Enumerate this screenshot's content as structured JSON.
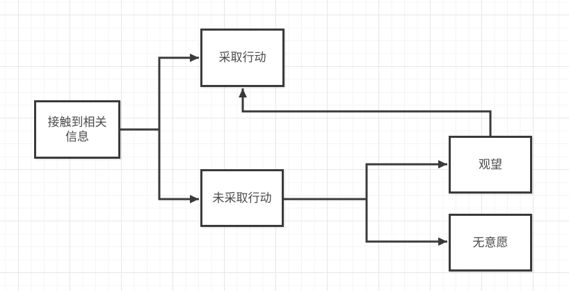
{
  "canvas": {
    "background_color": "#ffffff",
    "grid_minor_color": "#f4f4f4",
    "grid_major_color": "#e7e7e7"
  },
  "diagram": {
    "type": "flowchart",
    "stroke_color": "#3a3a3a",
    "text_color": "#4a4a4a",
    "nodes": [
      {
        "id": "exposure",
        "label": "接触到相关\n信息"
      },
      {
        "id": "take-action",
        "label": "采取行动"
      },
      {
        "id": "no-action",
        "label": "未采取行动"
      },
      {
        "id": "wait-and-see",
        "label": "观望"
      },
      {
        "id": "no-willingness",
        "label": "无意愿"
      }
    ],
    "connectors": [
      {
        "from": "接触到相关信息",
        "to": "采取行动"
      },
      {
        "from": "接触到相关信息",
        "to": "未采取行动"
      },
      {
        "from": "未采取行动",
        "to": "观望"
      },
      {
        "from": "未采取行动",
        "to": "无意愿"
      },
      {
        "from": "观望",
        "to": "采取行动"
      }
    ]
  }
}
